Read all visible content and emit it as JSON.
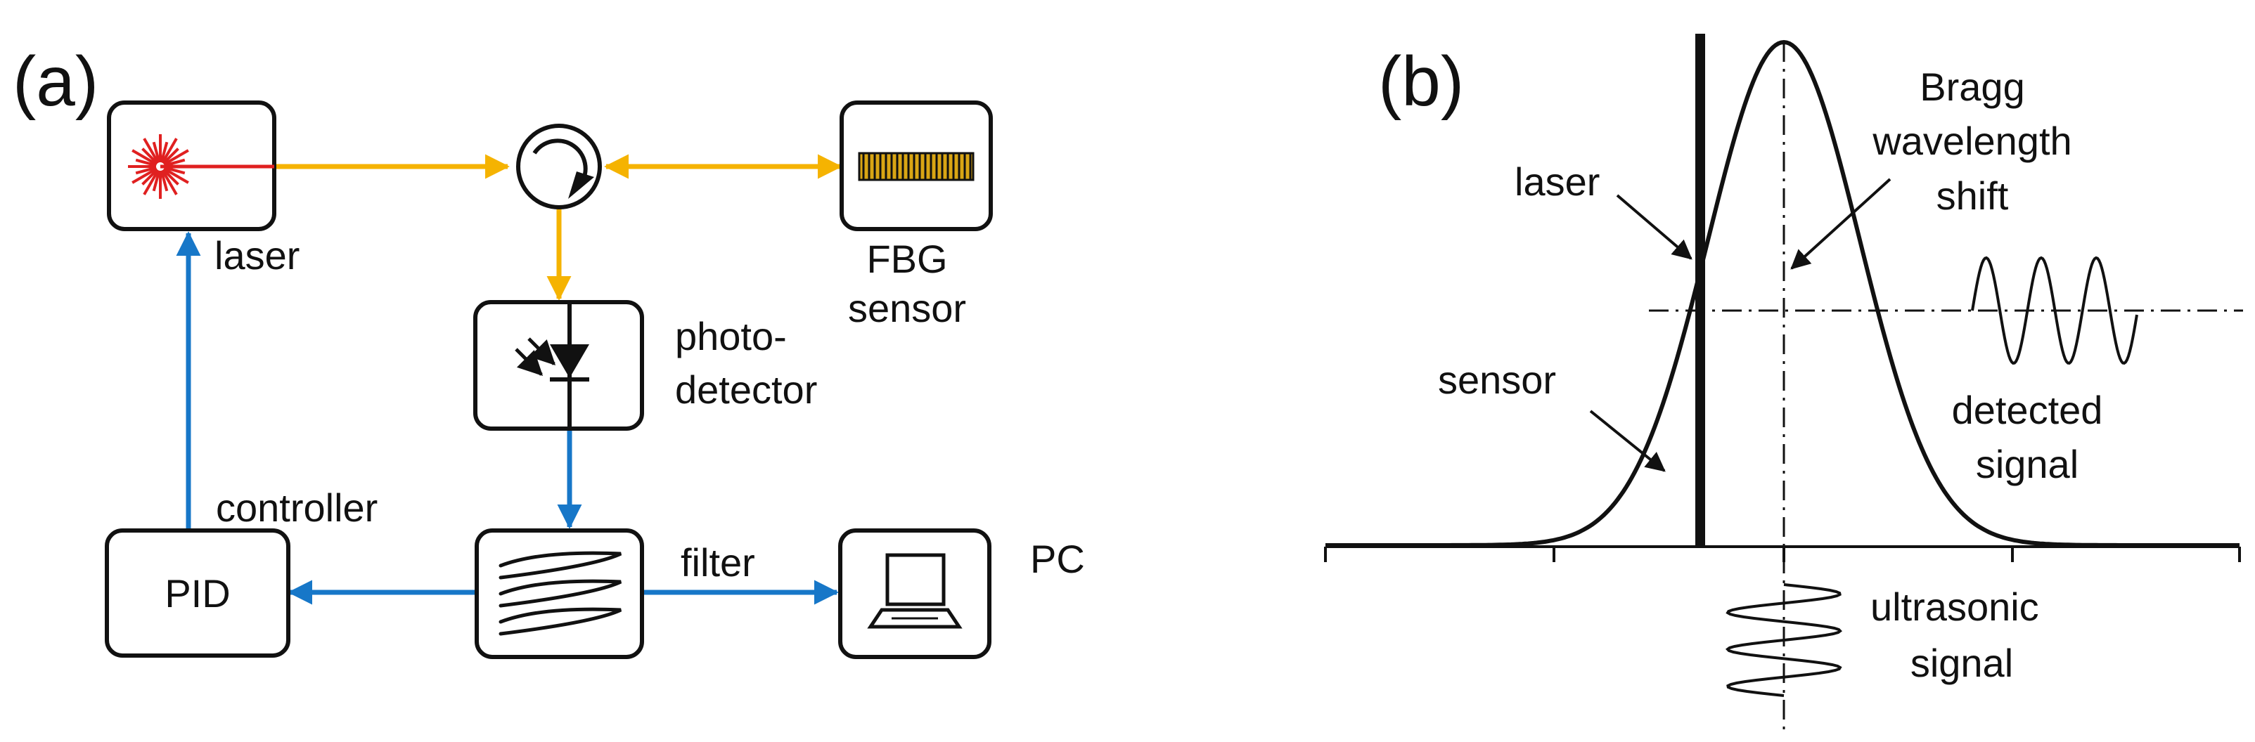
{
  "colors": {
    "optical": "#F5B301",
    "electrical": "#1777C8",
    "laser_beam": "#E02020",
    "ink": "#111111",
    "grating": "#D9A514"
  },
  "panel_a": {
    "label": "(a)",
    "laser": "laser",
    "fbg_line1": "FBG",
    "fbg_line2": "sensor",
    "photo_line1": "photo-",
    "photo_line2": "detector",
    "controller": "controller",
    "pid": "PID",
    "filter": "filter",
    "pc": "PC"
  },
  "panel_b": {
    "label": "(b)",
    "laser": "laser",
    "bragg_line1": "Bragg",
    "bragg_line2": "wavelength",
    "bragg_line3": "shift",
    "sensor": "sensor",
    "detected_line1": "detected",
    "detected_line2": "signal",
    "ultrasonic_line1": "ultrasonic",
    "ultrasonic_line2": "signal"
  }
}
